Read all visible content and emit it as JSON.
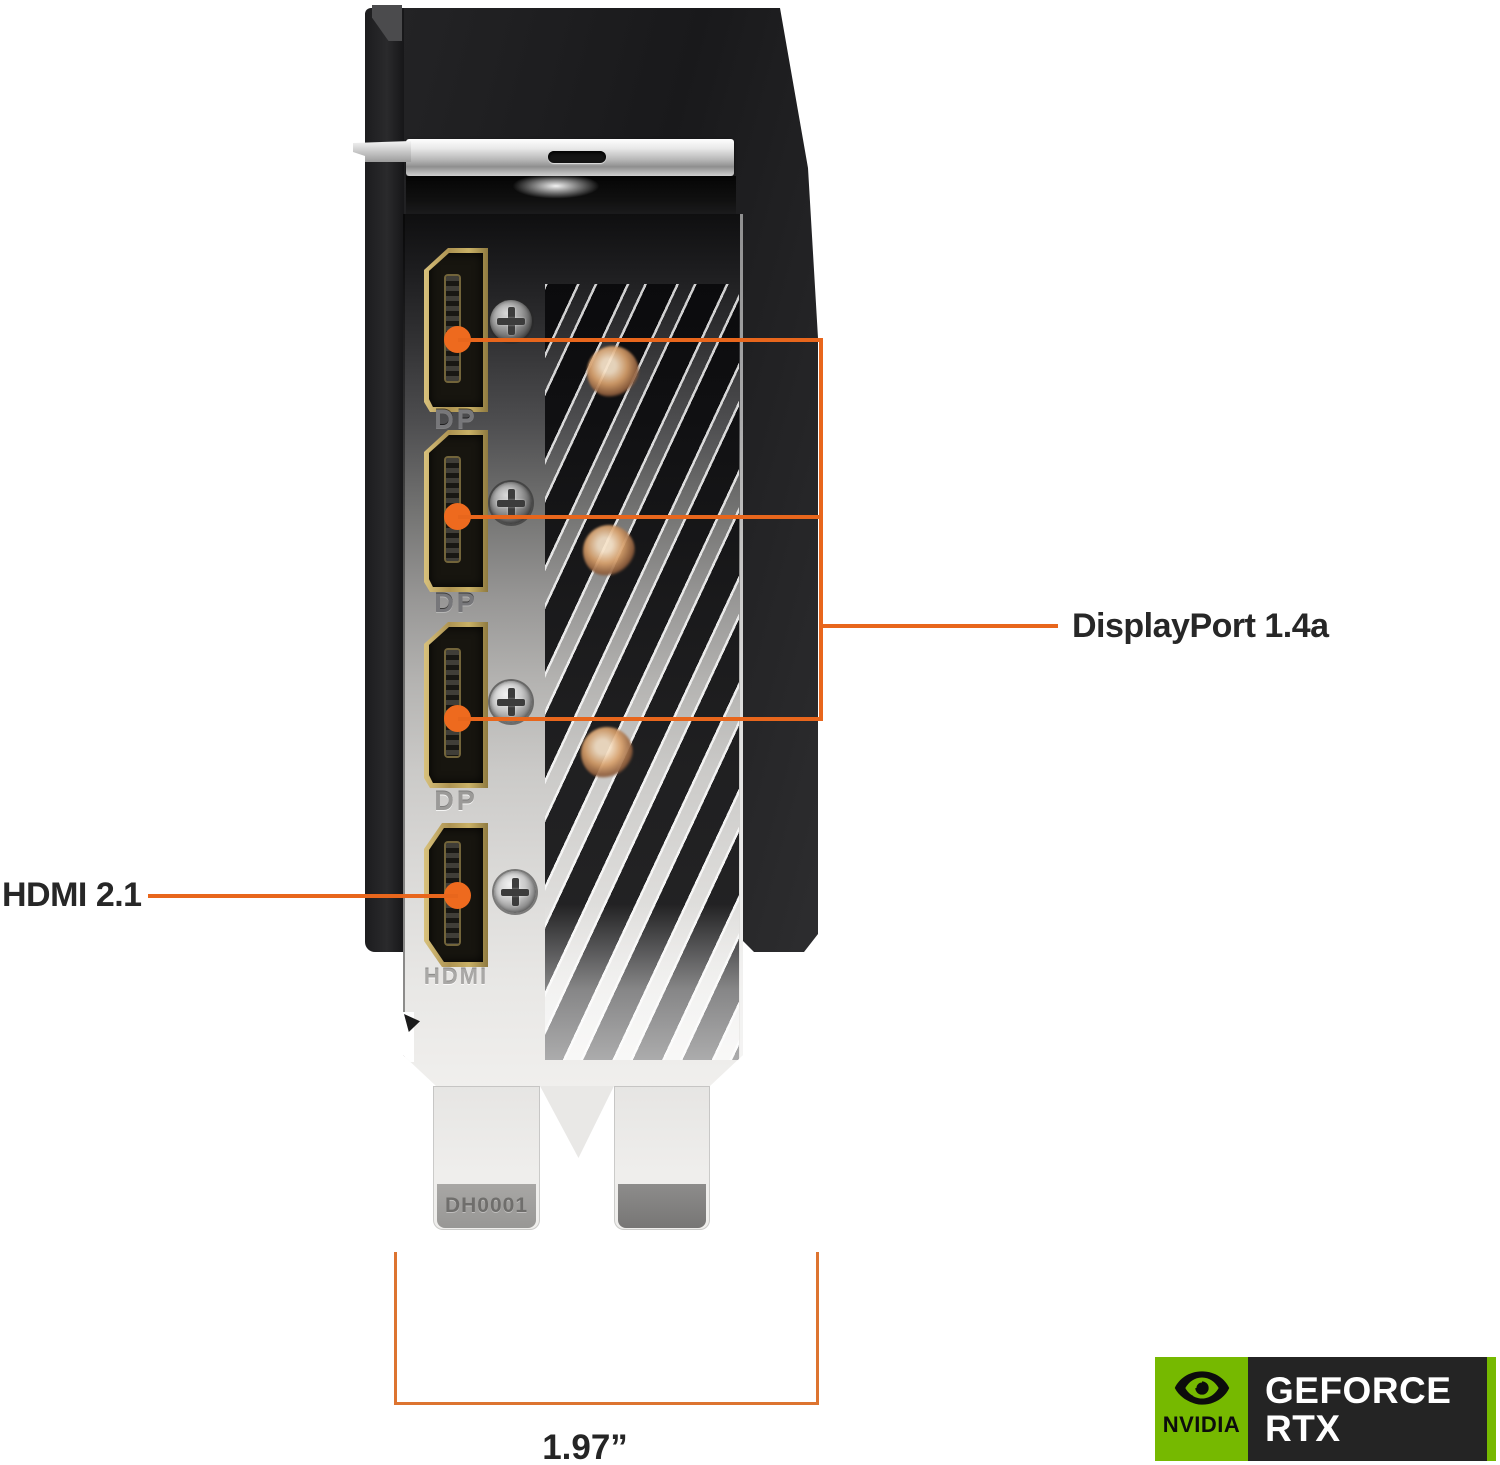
{
  "image_type": "annotated product photo of a graphics card I/O bracket (side view)",
  "card": {
    "ports": [
      {
        "type": "displayport",
        "label": "DP"
      },
      {
        "type": "displayport",
        "label": "DP"
      },
      {
        "type": "displayport",
        "label": "DP"
      },
      {
        "type": "hdmi",
        "label": "HDMI"
      }
    ],
    "bracket_stamp": "DH0001"
  },
  "callouts": {
    "displayport_label": "DisplayPort 1.4a",
    "hdmi_label": "HDMI 2.1",
    "accent_color": "#e8661c"
  },
  "dimension": {
    "label": "1.97”"
  },
  "badge": {
    "brand": "NVIDIA",
    "line1": "GEFORCE",
    "line2": "RTX",
    "green": "#76b900",
    "black": "#242424"
  }
}
